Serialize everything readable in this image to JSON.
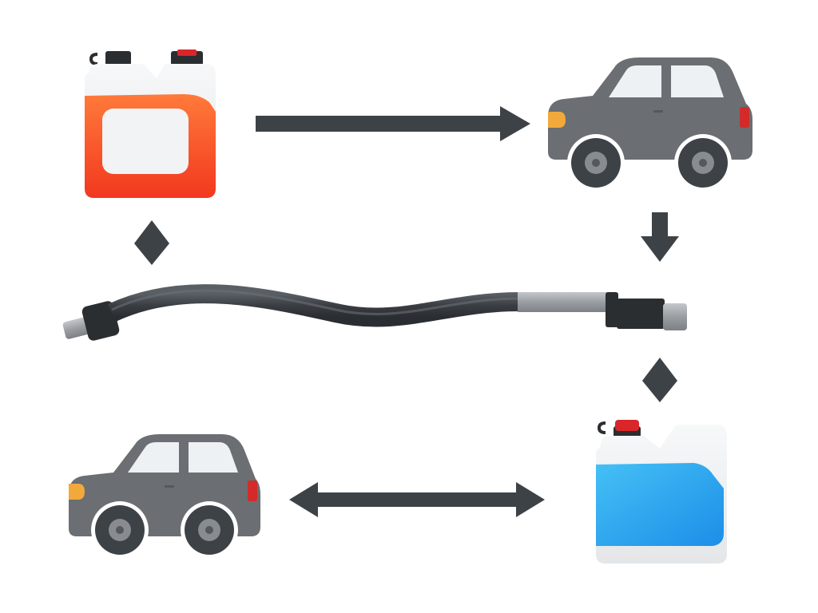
{
  "diagram": {
    "nodes": [
      {
        "id": "red-jerrycan",
        "icon": "red-jerrycan-icon"
      },
      {
        "id": "car-top-right",
        "icon": "car-icon"
      },
      {
        "id": "fuel-hose",
        "icon": "hose-icon"
      },
      {
        "id": "blue-jerrycan",
        "icon": "blue-jerrycan-icon"
      },
      {
        "id": "car-bottom-left",
        "icon": "car-icon"
      }
    ],
    "connectors": [
      {
        "from": "red-jerrycan",
        "to": "car-top-right",
        "style": "arrow-right"
      },
      {
        "from": "car-top-right",
        "to": "fuel-hose",
        "style": "arrow-down"
      },
      {
        "from": "red-jerrycan",
        "to": "fuel-hose",
        "style": "diamond"
      },
      {
        "from": "fuel-hose",
        "to": "blue-jerrycan",
        "style": "diamond"
      },
      {
        "from": "car-bottom-left",
        "to": "blue-jerrycan",
        "style": "double-arrow"
      }
    ]
  },
  "colors": {
    "arrow": "#3d4247",
    "car_body": "#6b6e72",
    "car_window": "#eef1f4",
    "tire": "#3d4247",
    "hubcap": "#888c91",
    "headlight": "#f2a93b",
    "taillight": "#d42a2a",
    "red_can_fill": "#ff5a30",
    "blue_can_fill": "#2fa8f0",
    "can_white": "#f3f4f5",
    "cap_red": "#d8262a",
    "cap_black": "#2b2e31",
    "hose": "#3a3e43",
    "hose_metal": "#9a9ea3"
  }
}
